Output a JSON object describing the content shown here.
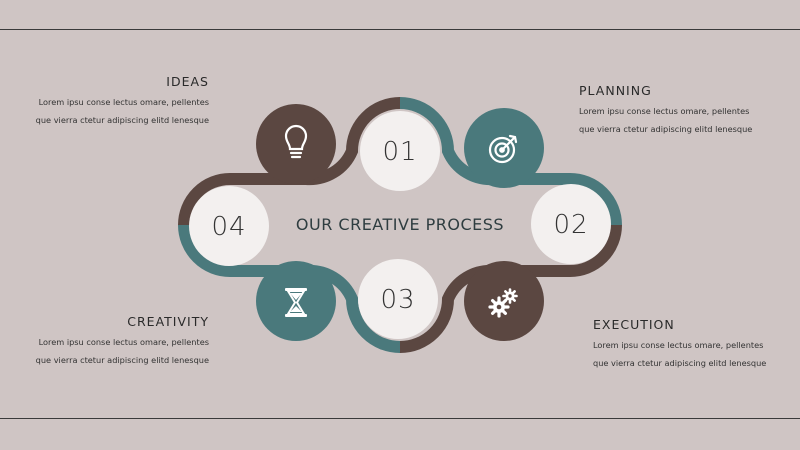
{
  "center_title": "OUR CREATIVE PROCESS",
  "colors": {
    "background": "#cfc5c4",
    "brown": "#5b4741",
    "teal": "#4a797c",
    "circle_light": "#f3f0ef"
  },
  "steps": [
    {
      "number": "01",
      "title": "IDEAS",
      "icon": "lightbulb-icon",
      "text_line1": "Lorem ipsu conse lectus omare, pellentes",
      "text_line2": "que vierra ctetur adipiscing elitd lenesque"
    },
    {
      "number": "02",
      "title": "PLANNING",
      "icon": "target-icon",
      "text_line1": "Lorem ipsu conse lectus omare, pellentes",
      "text_line2": "que vierra ctetur adipiscing elitd lenesque"
    },
    {
      "number": "03",
      "title": "EXECUTION",
      "icon": "gears-icon",
      "text_line1": "Lorem ipsu conse lectus omare, pellentes",
      "text_line2": "que vierra ctetur adipiscing elitd lenesque"
    },
    {
      "number": "04",
      "title": "CREATIVITY",
      "icon": "hourglass-icon",
      "text_line1": "Lorem ipsu conse lectus omare, pellentes",
      "text_line2": "que vierra ctetur adipiscing elitd lenesque"
    }
  ]
}
